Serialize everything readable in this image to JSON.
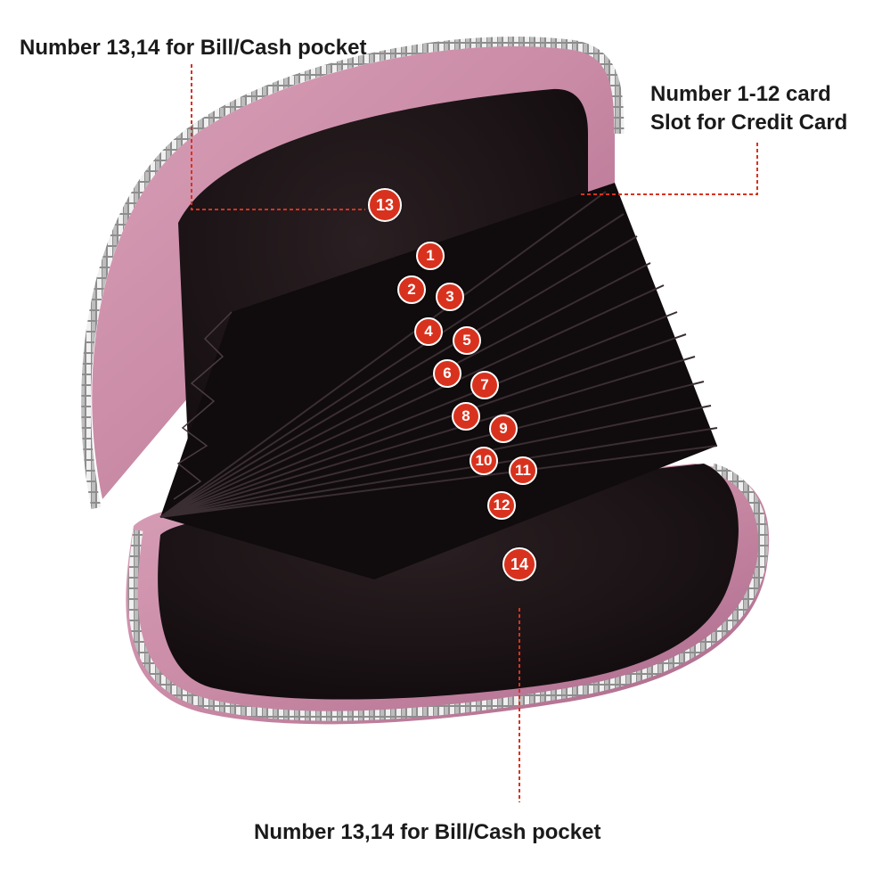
{
  "captions": {
    "top_left": "Number 13,14 for Bill/Cash pocket",
    "top_right_line1": "Number 1-12 card",
    "top_right_line2": "Slot for Credit Card",
    "bottom": "Number 13,14 for Bill/Cash pocket"
  },
  "badges": [
    "1",
    "2",
    "3",
    "4",
    "5",
    "6",
    "7",
    "8",
    "9",
    "10",
    "11",
    "12",
    "13",
    "14"
  ],
  "colors": {
    "leather": "#c98aa5",
    "leather_dark": "#8e5470",
    "lining": "#1c1416",
    "accordion": "#0f0b0c",
    "zipper": "#d9d9d9",
    "badge": "#d8321e",
    "leader_line": "#d8321e"
  }
}
